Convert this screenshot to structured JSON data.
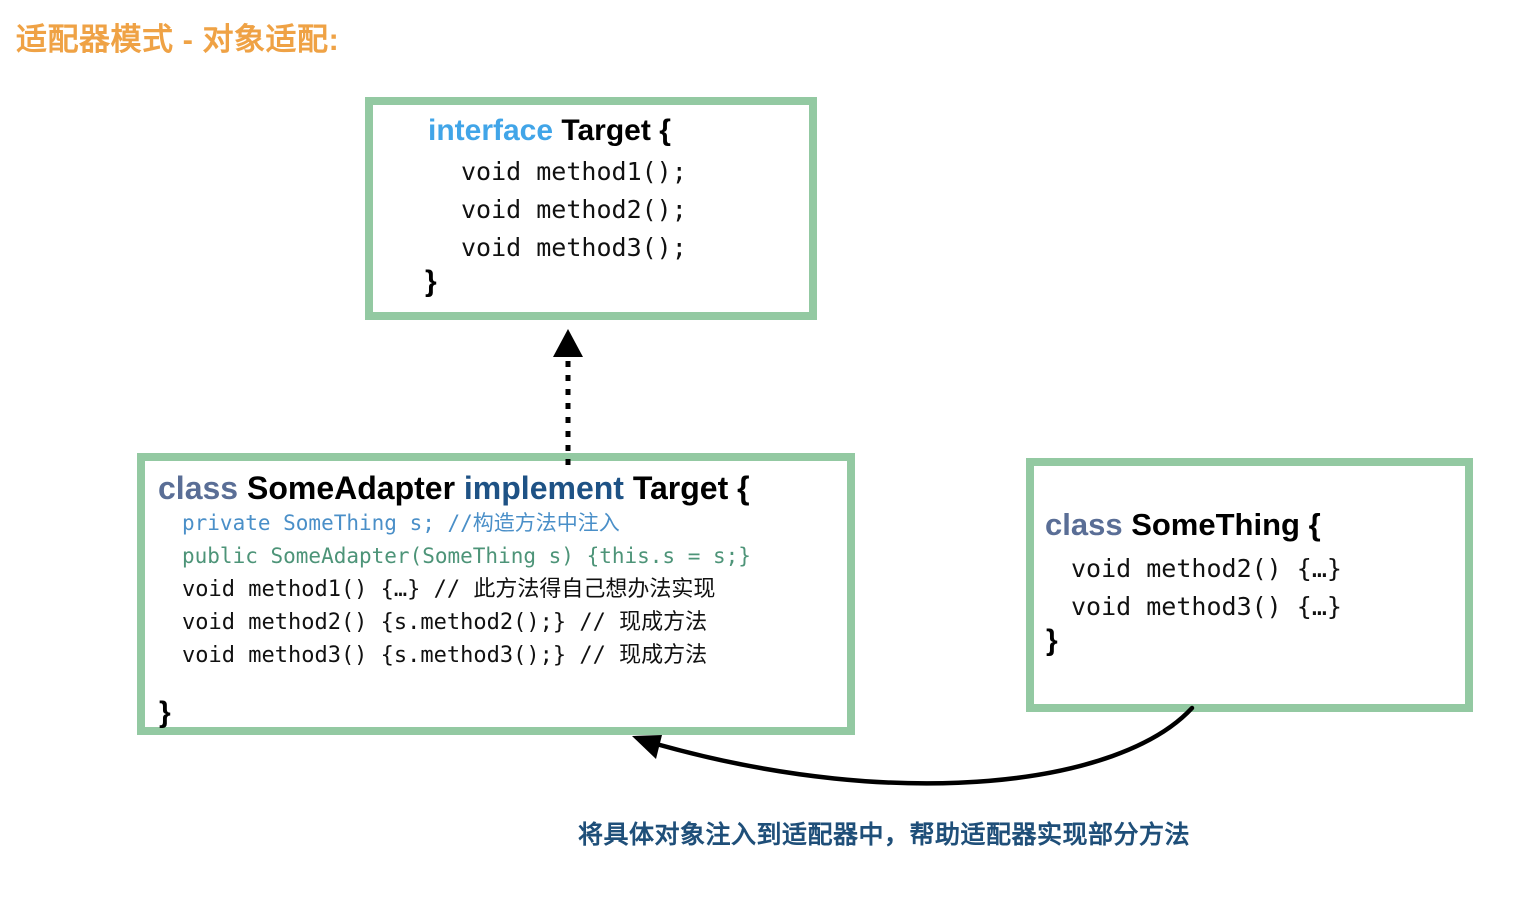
{
  "page": {
    "title": "适配器模式 - 对象适配:",
    "title_color": "#efa245",
    "background": "#ffffff"
  },
  "colors": {
    "box_border": "#93c9a2",
    "interface_keyword": "#41a5e8",
    "class_keyword": "#5a6e96",
    "implement_keyword": "#1e5285",
    "private_line": "#4a8fc8",
    "public_line": "#4d9478",
    "caption": "#1f4f79",
    "code_text": "#111111"
  },
  "target_box": {
    "header": {
      "keyword": "interface",
      "rest": " Target {"
    },
    "lines": [
      "void method1();",
      "void method2();",
      "void method3();"
    ],
    "close": "}"
  },
  "adapter_box": {
    "header": {
      "keyword": "class",
      "name": " SomeAdapter ",
      "implement": "implement",
      "rest": " Target {"
    },
    "lines": [
      "private SomeThing s; //构造方法中注入",
      "public SomeAdapter(SomeThing s) {this.s = s;}",
      "void method1() {…} // 此方法得自己想办法实现",
      "void method2() {s.method2();} // 现成方法",
      "void method3() {s.method3();} // 现成方法"
    ],
    "close": "}"
  },
  "something_box": {
    "header": {
      "keyword": "class",
      "rest": " SomeThing {"
    },
    "lines": [
      "void method2() {…}",
      "void method3() {…}"
    ],
    "close": "}"
  },
  "arrows": {
    "realization": {
      "style": "dotted-line-with-hollow-triangle",
      "from": "adapter_box",
      "to": "target_box"
    },
    "injection": {
      "style": "curved-solid-arrow",
      "from": "something_box",
      "to": "adapter_box"
    }
  },
  "caption": "将具体对象注入到适配器中，帮助适配器实现部分方法"
}
